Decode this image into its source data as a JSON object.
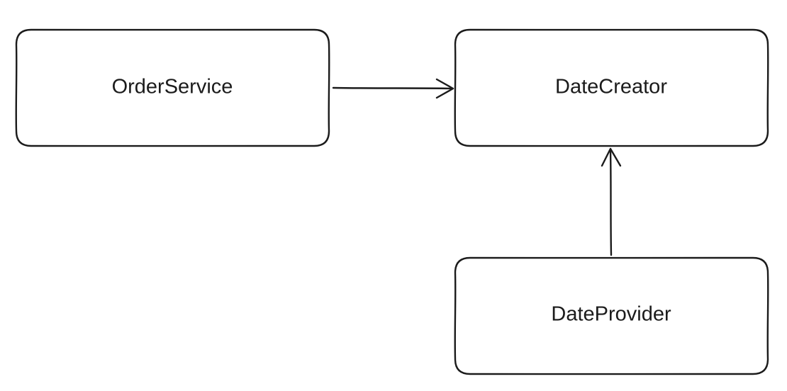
{
  "diagram": {
    "nodes": {
      "order_service": {
        "label": "OrderService"
      },
      "date_creator": {
        "label": "DateCreator"
      },
      "date_provider": {
        "label": "DateProvider"
      }
    },
    "edges": [
      {
        "from": "OrderService",
        "to": "DateCreator"
      },
      {
        "from": "DateProvider",
        "to": "DateCreator"
      }
    ]
  },
  "colors": {
    "stroke": "#1b1b1b",
    "background": "#ffffff"
  }
}
